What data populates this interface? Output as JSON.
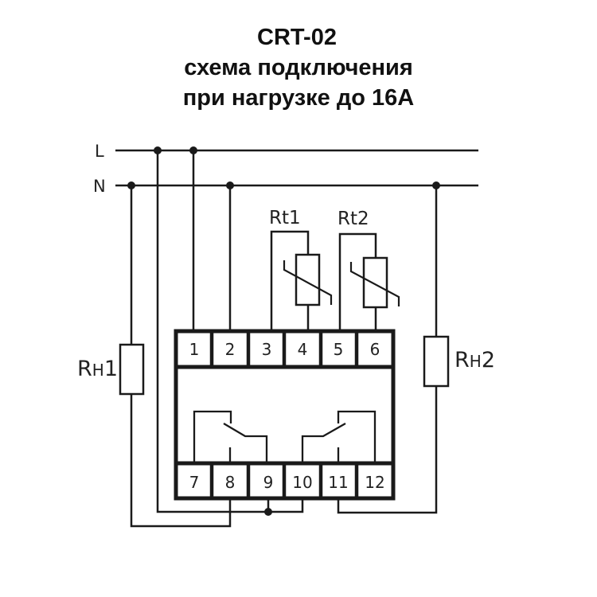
{
  "title": {
    "line1": "CRT-02",
    "line2": "схема подключения",
    "line3": "при нагрузке до 16А"
  },
  "lines": {
    "phase": "L",
    "neutral": "N"
  },
  "thermistors": {
    "rt1": "Rt1",
    "rt2": "Rt2"
  },
  "loads": {
    "rh1_main": "R",
    "rh1_sub": "H",
    "rh1_num": "1",
    "rh2_main": "R",
    "rh2_sub": "H",
    "rh2_num": "2"
  },
  "terminals": {
    "top": [
      "1",
      "2",
      "3",
      "4",
      "5",
      "6"
    ],
    "bottom": [
      "7",
      "8",
      "9",
      "10",
      "11",
      "12"
    ]
  },
  "colors": {
    "wire": "#1a1a1a",
    "background": "#ffffff"
  }
}
